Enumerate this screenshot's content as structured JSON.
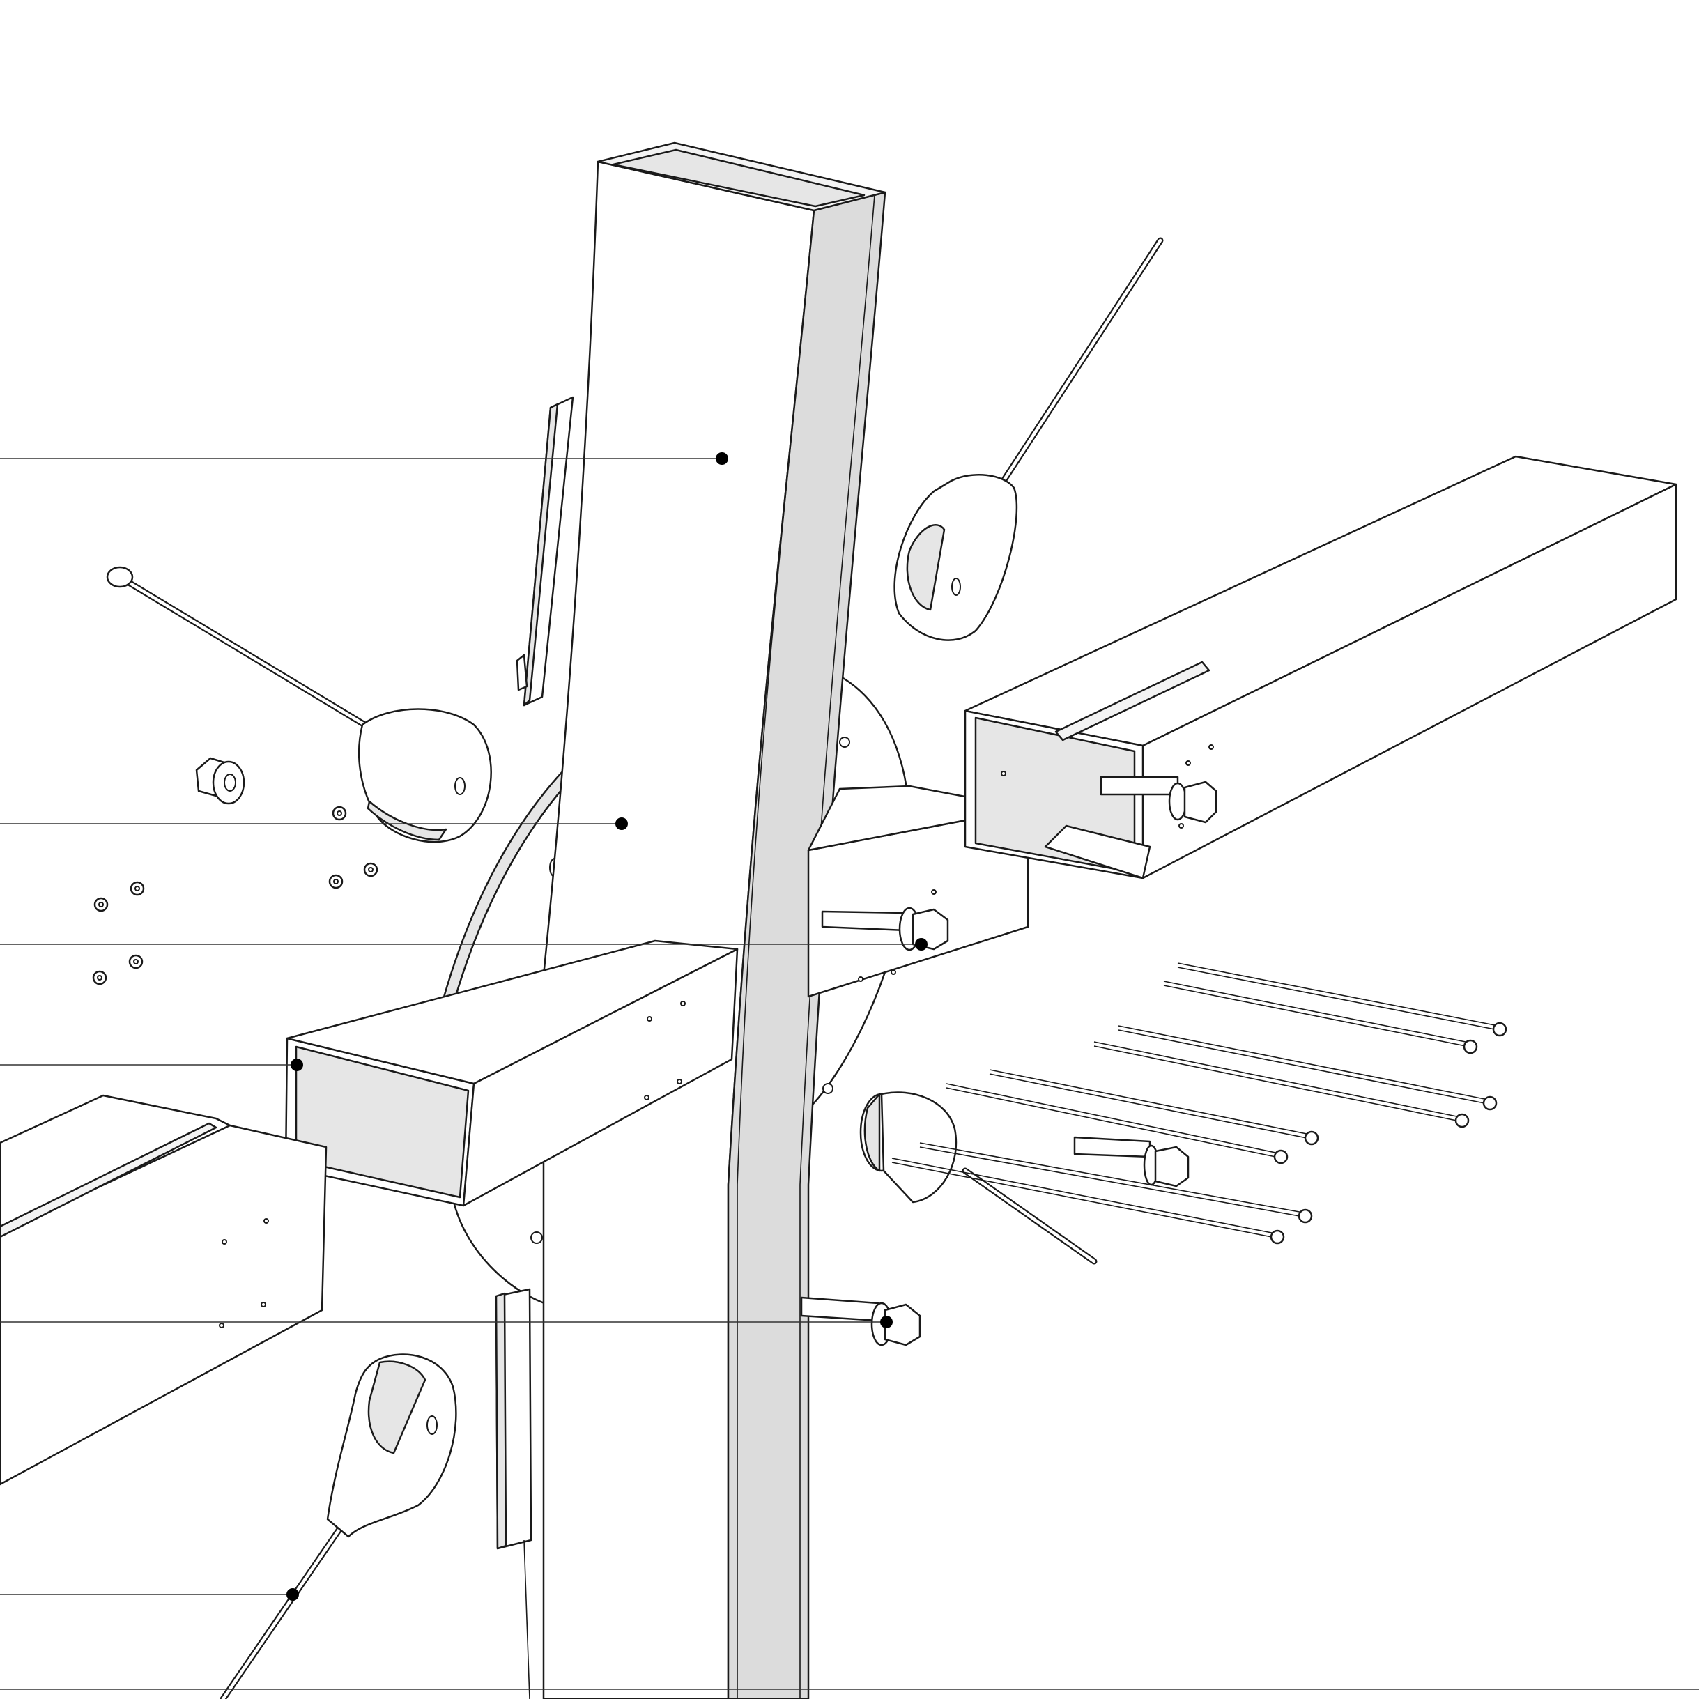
{
  "diagram": {
    "kind": "exploded-assembly-illustration",
    "labels": [],
    "callouts": [
      {
        "id": "upper-post"
      },
      {
        "id": "gusset-plate"
      },
      {
        "id": "through-bolt-upper"
      },
      {
        "id": "sleeve-tube"
      },
      {
        "id": "through-bolt-lower"
      },
      {
        "id": "lower-handle"
      }
    ],
    "colors": {
      "line": "#1a1a1a",
      "shade": "#e6e6e6",
      "background": "#ffffff"
    }
  }
}
